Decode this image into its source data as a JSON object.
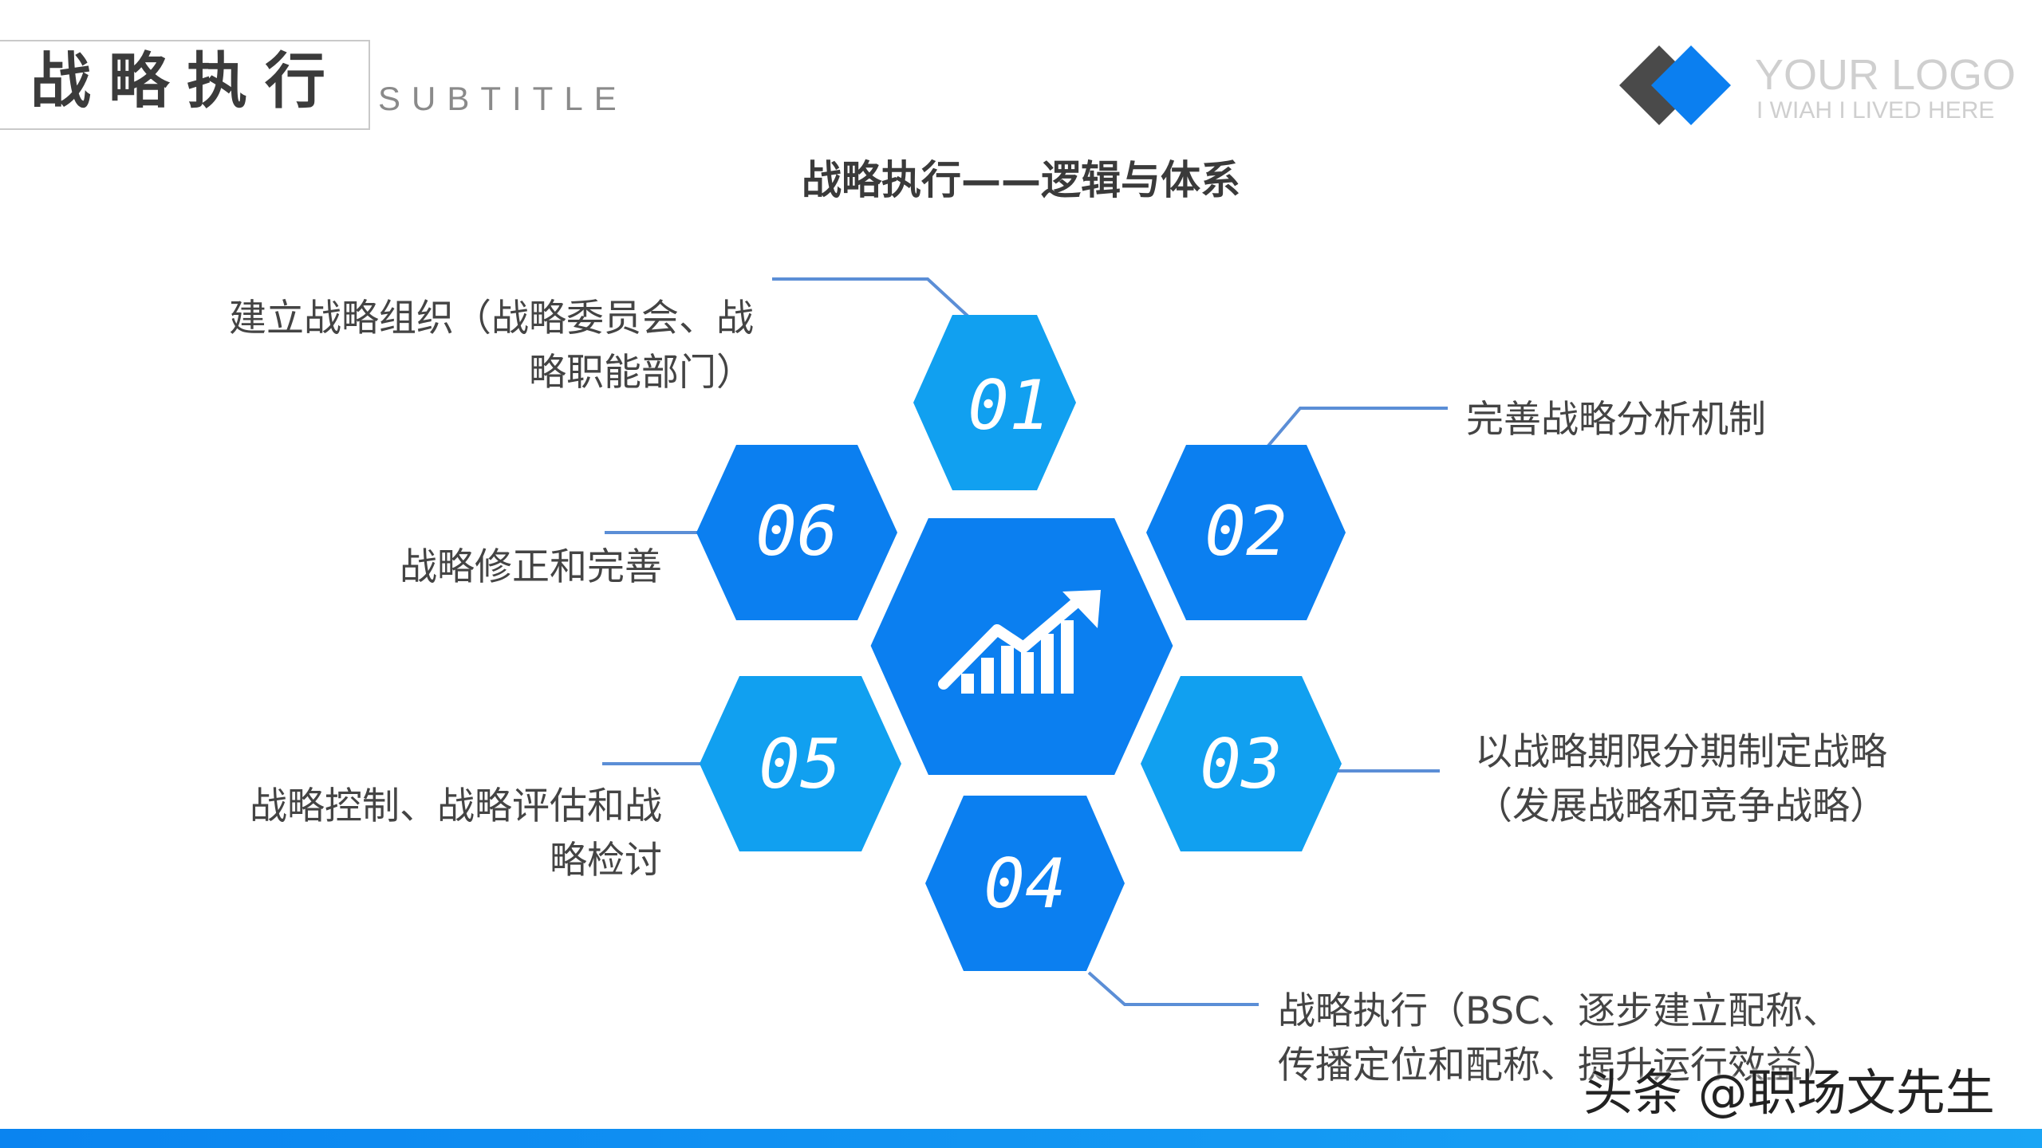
{
  "header": {
    "title": "战略执行",
    "subtitle": "SUBTITLE"
  },
  "logo": {
    "name": "YOUR LOGO",
    "tagline": "I WIAH I LIVED HERE"
  },
  "heading": "战略执行——逻辑与体系",
  "center_icon": "growth-chart-icon",
  "colors": {
    "hex_light": "#11a0f0",
    "hex_dark": "#0b7ff0",
    "connector": "#5b8ed6",
    "bottom_bar": "#0a84f0"
  },
  "nodes": [
    {
      "number": "01",
      "text_lines": [
        "建立战略组织（战略委员会、战",
        "略职能部门）"
      ]
    },
    {
      "number": "02",
      "text_lines": [
        "完善战略分析机制"
      ]
    },
    {
      "number": "03",
      "text_lines": [
        "以战略期限分期制定战略",
        "（发展战略和竞争战略）"
      ]
    },
    {
      "number": "04",
      "text_lines": [
        "战略执行（BSC、逐步建立配称、",
        "传播定位和配称、提升运行效益）"
      ]
    },
    {
      "number": "05",
      "text_lines": [
        "战略控制、战略评估和战",
        "略检讨"
      ]
    },
    {
      "number": "06",
      "text_lines": [
        "战略修正和完善"
      ]
    }
  ],
  "watermark": "头条 @职场文先生"
}
